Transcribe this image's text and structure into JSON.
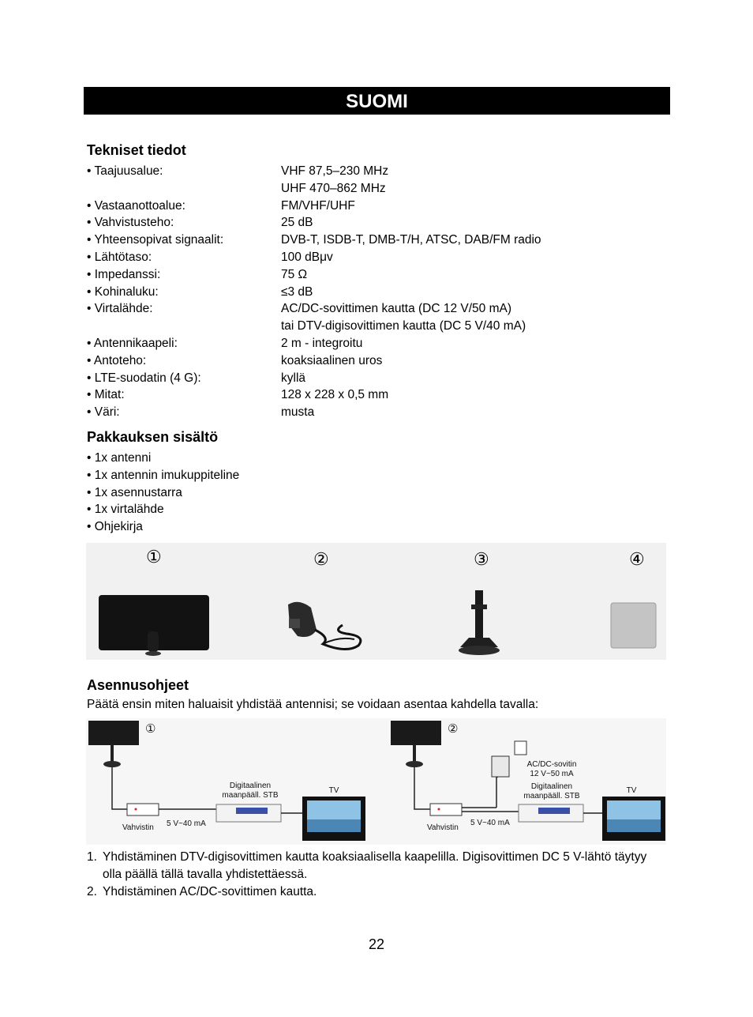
{
  "banner": "SUOMI",
  "specs": {
    "heading": "Tekniset tiedot",
    "rows": [
      {
        "k": "• Taajuusalue:",
        "v": "VHF 87,5–230 MHz"
      },
      {
        "k": "",
        "v": "UHF 470–862 MHz"
      },
      {
        "k": "• Vastaanottoalue:",
        "v": "FM/VHF/UHF"
      },
      {
        "k": "• Vahvistusteho:",
        "v": "25 dB"
      },
      {
        "k": "• Yhteensopivat signaalit:",
        "v": "DVB-T, ISDB-T, DMB-T/H, ATSC, DAB/FM radio"
      },
      {
        "k": "• Lähtötaso:",
        "v": "100 dBμv"
      },
      {
        "k": "• Impedanssi:",
        "v": "75 Ω"
      },
      {
        "k": "• Kohinaluku:",
        "v": "≤3 dB"
      },
      {
        "k": "• Virtalähde:",
        "v": "AC/DC-sovittimen kautta (DC 12 V/50 mA)"
      },
      {
        "k": "",
        "v": "tai DTV-digisovittimen kautta (DC 5 V/40 mA)"
      },
      {
        "k": "• Antennikaapeli:",
        "v": "2 m - integroitu"
      },
      {
        "k": "• Antoteho:",
        "v": "koaksiaalinen uros"
      },
      {
        "k": "• LTE-suodatin (4 G):",
        "v": "kyllä"
      },
      {
        "k": "• Mitat:",
        "v": "128 x 228 x 0,5 mm"
      },
      {
        "k": "• Väri:",
        "v": "musta"
      }
    ]
  },
  "package": {
    "heading": "Pakkauksen sisältö",
    "items": [
      "• 1x antenni",
      "• 1x antennin imukuppiteline",
      "• 1x asennustarra",
      "• 1x virtalähde",
      "• Ohjekirja"
    ]
  },
  "photos": {
    "numbers": [
      "①",
      "②",
      "③",
      "④"
    ]
  },
  "install": {
    "heading": "Asennusohjeet",
    "intro": "Päätä ensin miten haluaisit yhdistää antennisi; se voidaan asentaa kahdella tavalla:",
    "diagram": {
      "d1_num": "①",
      "d2_num": "②",
      "amplifier": "Vahvistin",
      "current": "5 V~40 mA",
      "stb_line1": "Digitaalinen",
      "stb_line2": "maanpääll. STB",
      "tv": "TV",
      "adapter_line1": "AC/DC-sovitin",
      "adapter_line2": "12 V~50 mA"
    },
    "steps": [
      {
        "n": "1.",
        "t": "Yhdistäminen DTV-digisovittimen kautta koaksiaalisella kaapelilla. Digisovittimen DC 5 V-lähtö täytyy olla päällä tällä tavalla yhdistettäessä."
      },
      {
        "n": "2.",
        "t": "Yhdistäminen AC/DC-sovittimen kautta."
      }
    ]
  },
  "page_number": "22"
}
